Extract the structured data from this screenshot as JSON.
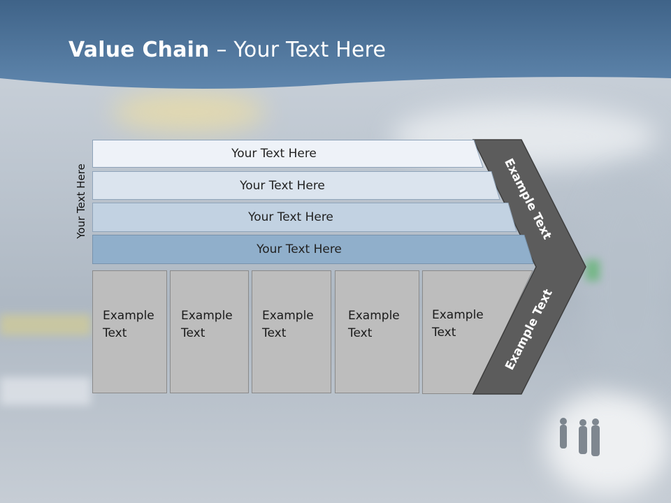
{
  "title": {
    "bold": "Value Chain",
    "rest": " – Your Text Here"
  },
  "side_label": "Your Text Here",
  "rows": [
    {
      "label": "Your Text Here",
      "color": "#eef2f8"
    },
    {
      "label": "Your Text Here",
      "color": "#dbe4ee"
    },
    {
      "label": "Your Text Here",
      "color": "#c2d2e2"
    },
    {
      "label": "Your Text Here",
      "color": "#90afcb"
    }
  ],
  "boxes": [
    {
      "text": "Example\nText"
    },
    {
      "text": "Example\nText"
    },
    {
      "text": "Example\nText"
    },
    {
      "text": "Example\nText"
    },
    {
      "text": "Example\nText"
    }
  ],
  "chevron": {
    "top_label": "Example Text",
    "bottom_label": "Example Text",
    "color": "#5c5c5c"
  },
  "colors": {
    "header_blue": "#4a7096",
    "box_gray": "#bdbdbd"
  }
}
